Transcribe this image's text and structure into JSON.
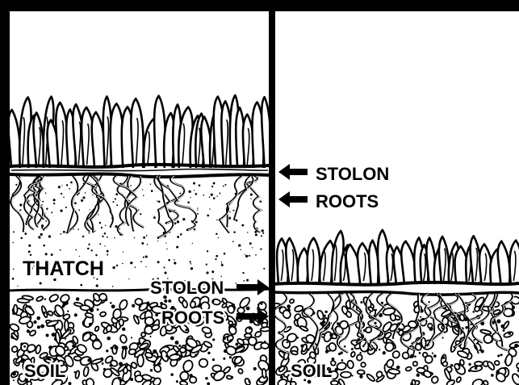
{
  "left_panel": {
    "label_stolon": "STOLON",
    "label_roots": "ROOTS",
    "label_thatch": "THATCH",
    "label_soil": "SOIL"
  },
  "middle_labels": {
    "label_stolon": "STOLON",
    "label_roots": "ROOTS"
  },
  "right_panel": {
    "label_soil": "SOIL"
  },
  "colors": {
    "ink": "#000000",
    "paper": "#ffffff"
  }
}
